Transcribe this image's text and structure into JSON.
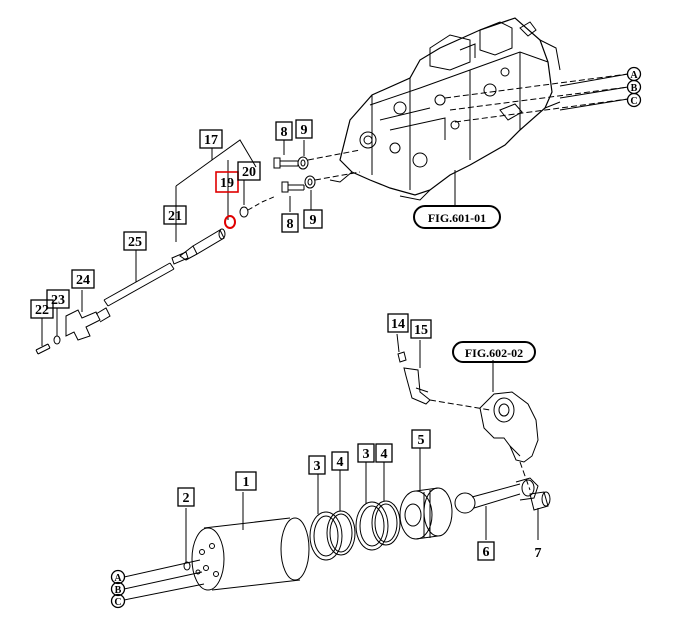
{
  "diagram": {
    "figure_refs": {
      "fig_601": "FIG.601-01",
      "fig_602": "FIG.602-02"
    },
    "connector_refs": [
      "A",
      "B",
      "C"
    ],
    "highlight_color": "#e00000",
    "callouts": {
      "p1": "1",
      "p2": "2",
      "p3a": "3",
      "p4a": "4",
      "p3b": "3",
      "p4b": "4",
      "p5": "5",
      "p6": "6",
      "p7": "7",
      "p8a": "8",
      "p9a": "9",
      "p8b": "8",
      "p9b": "9",
      "p14": "14",
      "p15": "15",
      "p17": "17",
      "p19": "19",
      "p20": "20",
      "p21": "21",
      "p22": "22",
      "p23": "23",
      "p24": "24",
      "p25": "25"
    }
  }
}
